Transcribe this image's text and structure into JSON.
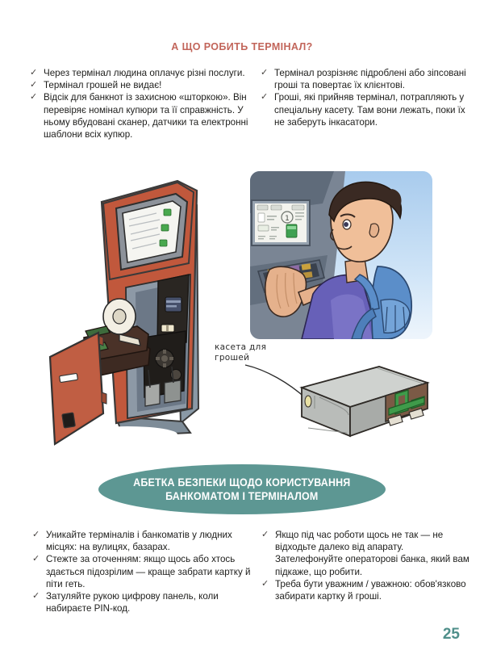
{
  "page": {
    "title": "А ЩО РОБИТЬ ТЕРМІНАЛ?",
    "number": "25",
    "title_color": "#c2655a",
    "accent_teal": "#5d9793",
    "page_number_color": "#4f8f8a",
    "bullet_glyph": "✓"
  },
  "top_section": {
    "left_column": [
      "Через термінал людина оплачує різні послуги.",
      "Термінал грошей не видає!",
      "Відсік для банкнот із захисною «шторкою». Він перевіряє номінал купюри та її справжність. У ньому вбудовані сканер, датчики та електронні шаблони всіх купюр."
    ],
    "right_column": [
      "Термінал розрізняє підроблені або зіпсовані гроші та повертає їх клієнтові.",
      "Гроші, які прийняв термінал, потрапляють у спеціальну касету. Там вони лежать, поки їх не заберуть інкасатори."
    ]
  },
  "illustrations": {
    "kiosk": {
      "name": "open-payment-terminal-kiosk",
      "body_color": "#c1583c",
      "screen_color": "#f4f4f0",
      "side_color": "#8c9aa6"
    },
    "photo": {
      "name": "man-using-terminal-keypad",
      "jacket_color": "#6760b8",
      "backpack_color": "#5b8ec9",
      "sky_color": "#b6d5f0"
    },
    "cassette": {
      "name": "money-cassette",
      "body_color": "#c9cbc8",
      "accent_color": "#3f9b4a"
    },
    "handwritten_caption": {
      "line1": "касета для",
      "line2": "грошей"
    }
  },
  "banner": {
    "line1": "АБЕТКА БЕЗПЕКИ ЩОДО КОРИСТУВАННЯ",
    "line2": "БАНКОМАТОМ І ТЕРМІНАЛОМ"
  },
  "bottom_section": {
    "left_column": [
      "Уникайте терміналів і банкоматів у людних місцях: на вулицях, базарах.",
      "Стежте за оточенням: якщо щось або хтось здається підозрілим — краще забрати картку й піти геть.",
      "Затуляйте рукою цифрову панель, коли набираєте PIN-код."
    ],
    "right_column": [
      "Якщо під час роботи щось  не так — не відходьте далеко від апарату. Зателефонуйте операторові банка, який вам підкаже, що робити.",
      "Треба бути уважним / уважною: обов'язково забирати картку й гроші."
    ]
  }
}
